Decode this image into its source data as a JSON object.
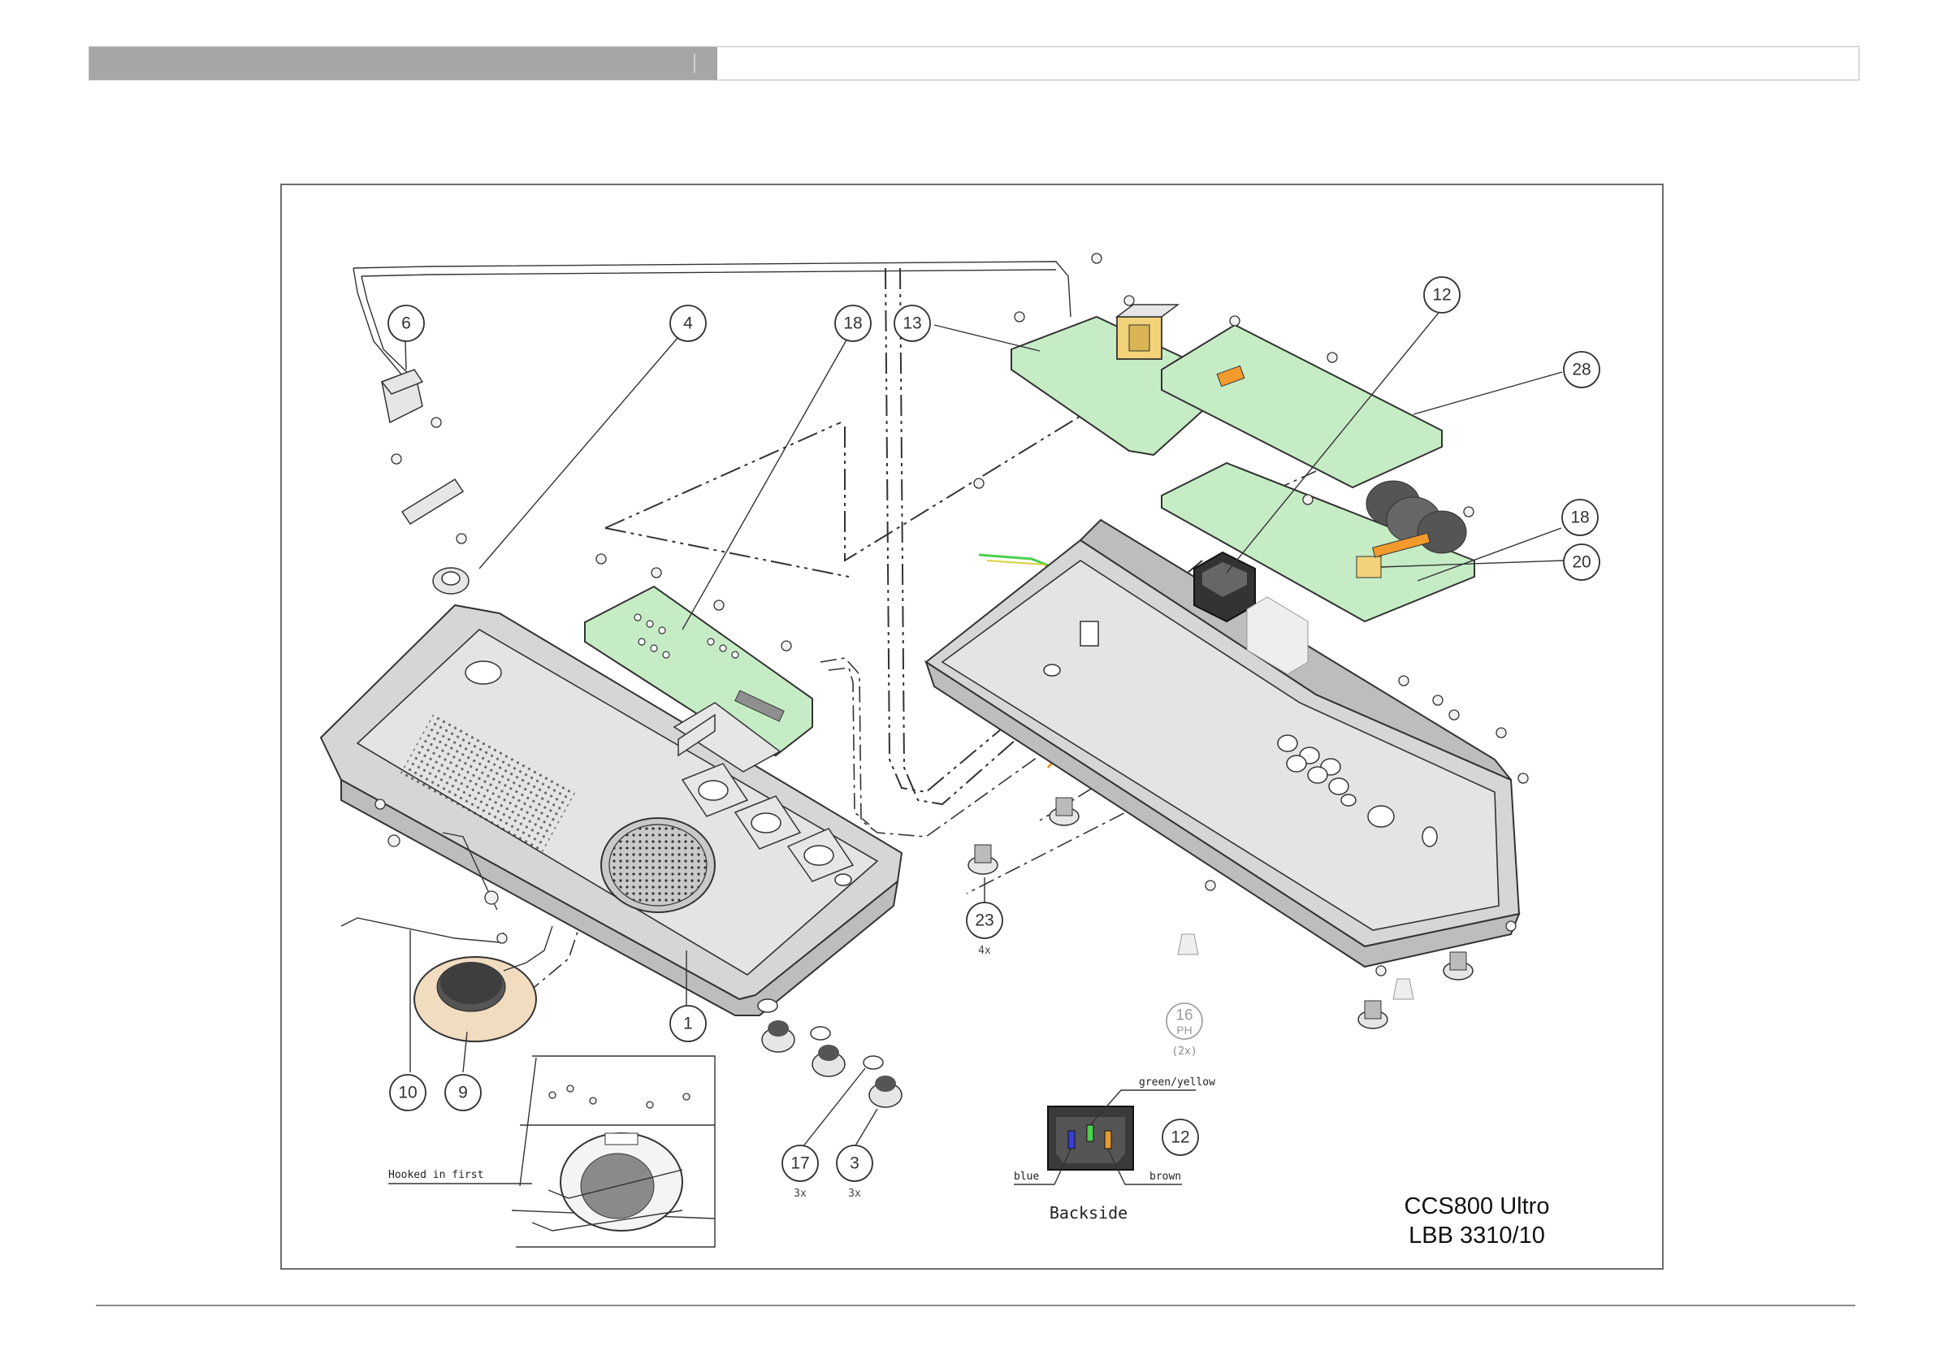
{
  "title": {
    "line1": "CCS800 Ultro",
    "line2": "LBB 3310/10"
  },
  "callouts": [
    {
      "id": "callout-6",
      "label": "6",
      "sub": ""
    },
    {
      "id": "callout-4",
      "label": "4",
      "sub": ""
    },
    {
      "id": "callout-18a",
      "label": "18",
      "sub": ""
    },
    {
      "id": "callout-13",
      "label": "13",
      "sub": ""
    },
    {
      "id": "callout-12a",
      "label": "12",
      "sub": ""
    },
    {
      "id": "callout-28",
      "label": "28",
      "sub": ""
    },
    {
      "id": "callout-18b",
      "label": "18",
      "sub": ""
    },
    {
      "id": "callout-20",
      "label": "20",
      "sub": ""
    },
    {
      "id": "callout-23",
      "label": "23",
      "sub": "4x"
    },
    {
      "id": "callout-1",
      "label": "1",
      "sub": ""
    },
    {
      "id": "callout-16",
      "label": "16",
      "sub": "(2x)",
      "extra": "PH"
    },
    {
      "id": "callout-10",
      "label": "10",
      "sub": ""
    },
    {
      "id": "callout-9",
      "label": "9",
      "sub": ""
    },
    {
      "id": "callout-17",
      "label": "17",
      "sub": "3x"
    },
    {
      "id": "callout-3",
      "label": "3",
      "sub": "3x"
    },
    {
      "id": "callout-12b",
      "label": "12",
      "sub": ""
    }
  ],
  "backside": {
    "caption": "Backside",
    "wire_green_yellow": "green/yellow",
    "wire_blue": "blue",
    "wire_brown": "brown",
    "colors": {
      "blue": "#3b3bd6",
      "green": "#4ccf4c",
      "brown": "#e89a2a"
    }
  },
  "detail": {
    "note": "Hooked in first"
  }
}
